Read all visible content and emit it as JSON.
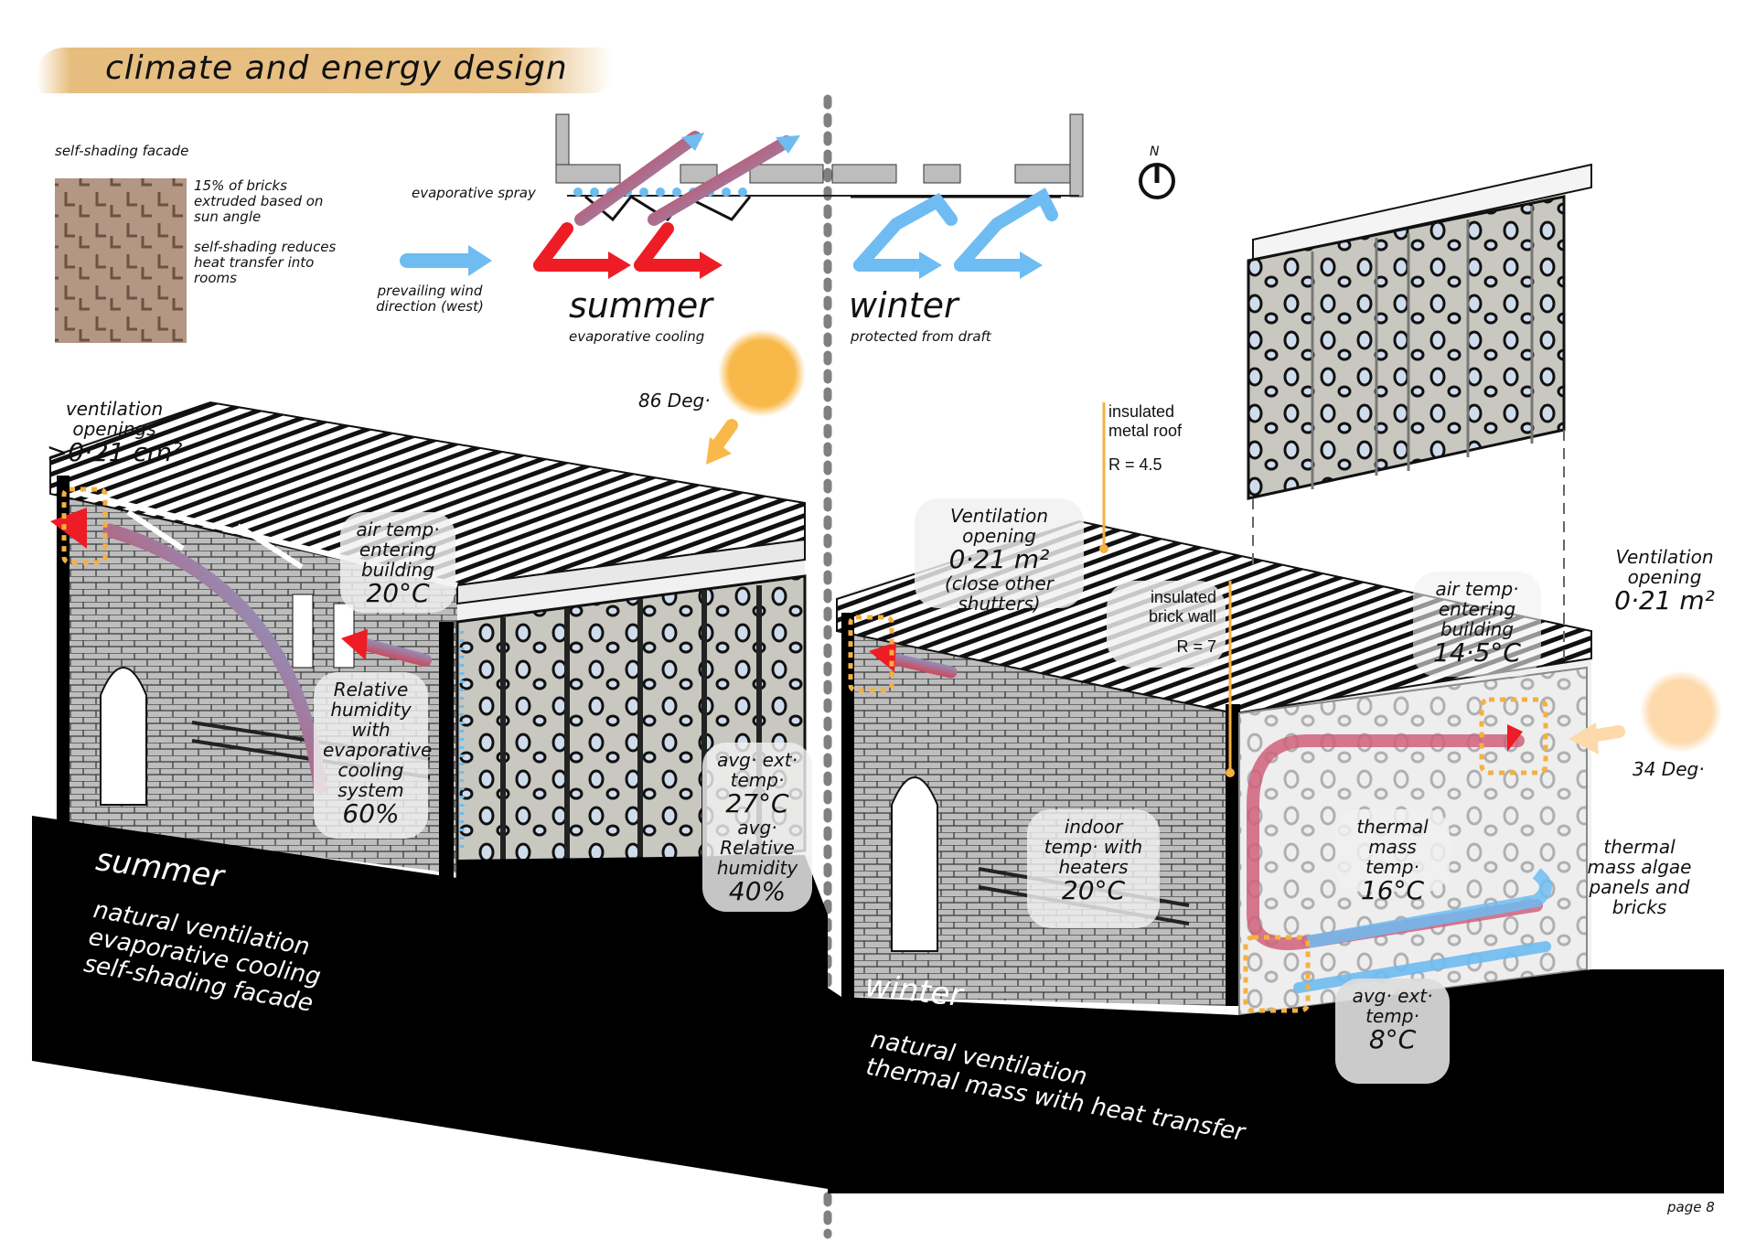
{
  "page": {
    "title": "climate and energy design",
    "page_number": "page 8"
  },
  "facade": {
    "heading": "self-shading facade",
    "note_1": "15% of bricks extruded based on sun angle",
    "note_2": "self-shading reduces heat transfer into rooms"
  },
  "plan": {
    "evaporative_spray": "evaporative spray",
    "wind_label": "prevailing wind direction (west)",
    "compass": "N",
    "summer": {
      "title": "summer",
      "subtitle": "evaporative cooling"
    },
    "winter": {
      "title": "winter",
      "subtitle": "protected from draft"
    }
  },
  "summer_section": {
    "sun_angle": "86 Deg·",
    "ventilation": {
      "line1": "ventilation",
      "line2": "openings",
      "value": ">0·21 cm²"
    },
    "air_temp": {
      "line1": "air temp·",
      "line2": "entering",
      "line3": "building",
      "value": "20°C"
    },
    "humidity": {
      "line1": "Relative",
      "line2": "humidity",
      "line3": "with",
      "line4": "evaporative",
      "line5": "cooling",
      "line6": "system",
      "value": "60%"
    },
    "ext": {
      "line1": "avg· ext·",
      "line2": "temp·",
      "temp": "27°C",
      "line3": "avg·",
      "line4": "Relative",
      "line5": "humidity",
      "humidity": "40%"
    },
    "caption_title": "summer",
    "caption_lines": [
      "natural ventilation",
      "evaporative cooling",
      "self-shading facade"
    ]
  },
  "winter_section": {
    "roof": {
      "line1": "insulated",
      "line2": "metal roof",
      "r_value": "R = 4.5"
    },
    "wall": {
      "line1": "insulated",
      "line2": "brick wall",
      "r_value": "R = 7"
    },
    "ventilation_left": {
      "line1": "Ventilation",
      "line2": "opening",
      "value": "0·21 m²",
      "line3": "(close other",
      "line4": "shutters)"
    },
    "air_temp": {
      "line1": "air temp·",
      "line2": "entering",
      "line3": "building",
      "value": "14·5°C"
    },
    "ventilation_right": {
      "line1": "Ventilation",
      "line2": "opening",
      "value": "0·21 m²"
    },
    "sun_angle": "34 Deg·",
    "algae": {
      "line1": "thermal",
      "line2": "mass algae",
      "line3": "panels and",
      "line4": "bricks"
    },
    "indoor": {
      "line1": "indoor",
      "line2": "temp· with",
      "line3": "heaters",
      "value": "20°C"
    },
    "thermal_mass": {
      "line1": "thermal",
      "line2": "mass temp·",
      "value": "16°C"
    },
    "ext": {
      "line1": "avg· ext·",
      "line2": "temp·",
      "value": "8°C"
    },
    "caption_title": "winter",
    "caption_lines": [
      "natural ventilation",
      "thermal mass with heat transfer"
    ]
  },
  "colors": {
    "title_band": "#e8c185",
    "hot_arrow": "#ee1c24",
    "cold_arrow": "#6ebcf2",
    "sun": "#f9b94a",
    "winter_sun": "#fdd9ab",
    "annotation_line": "#f5b041",
    "divider": "#808080"
  }
}
